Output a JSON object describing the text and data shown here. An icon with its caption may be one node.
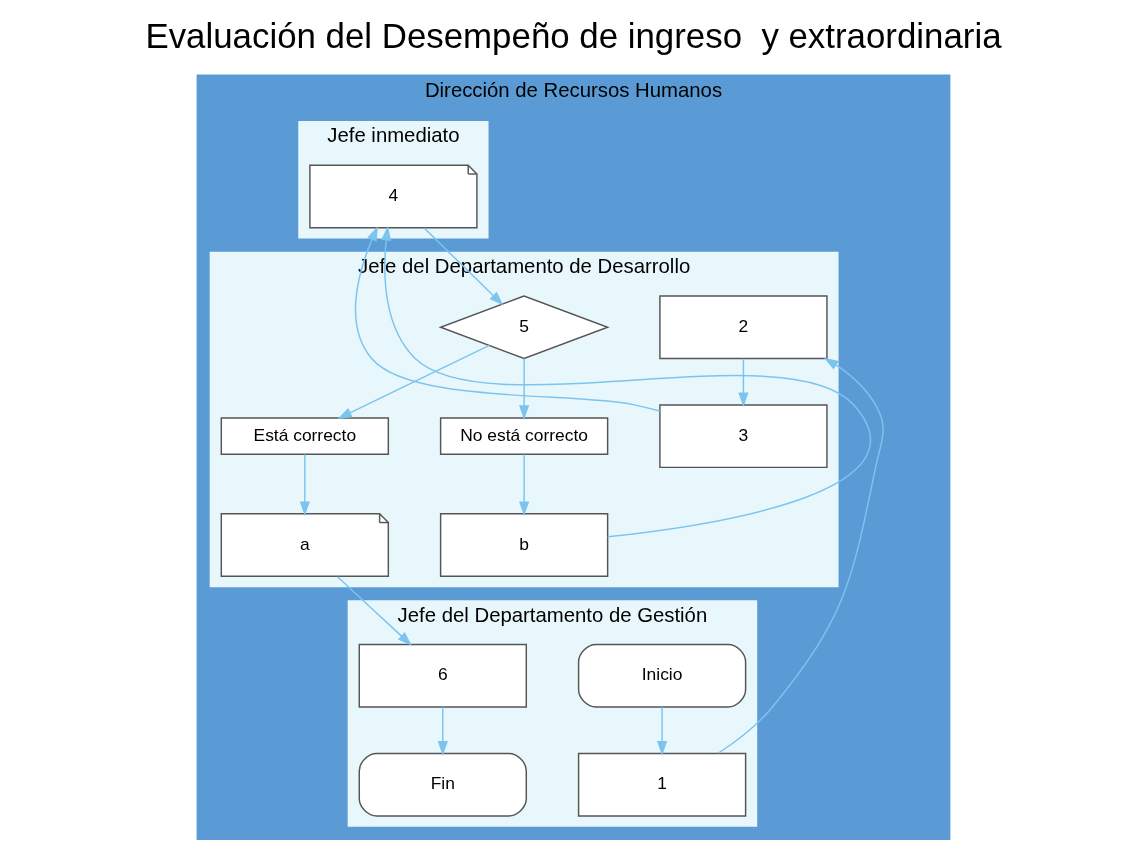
{
  "diagram": {
    "title": "Evaluación del Desempeño de ingreso  y extraordinaria",
    "nodes": [
      {
        "text": [
          "Dirección de Recursos Humanos"
        ]
      },
      {
        "text": [
          "Jefe del Departamento de Gestión"
        ],
        "in": 0
      },
      {
        "text": [
          "Jefe del Departamento de Desarrollo"
        ],
        "in": 0
      },
      {
        "text": [
          "Jefe inmediato"
        ],
        "in": 0
      },
      {
        "text": [
          "Inicio"
        ],
        "in": 1
      },
      {
        "text": [
          "1"
        ],
        "in": 1
      },
      {
        "text": [
          "2"
        ],
        "in": 2
      },
      {
        "text": [
          "3"
        ],
        "in": 2
      },
      {
        "text": [
          "4"
        ],
        "in": 3
      },
      {
        "text": [
          "5"
        ],
        "in": 2
      },
      {
        "text": [
          "Está correcto"
        ],
        "in": 2
      },
      {
        "text": [
          "No está correcto"
        ],
        "in": 2
      },
      {
        "text": [
          "a"
        ],
        "in": 2
      },
      {
        "text": [
          "b"
        ],
        "in": 2
      },
      {
        "text": [
          "6"
        ],
        "in": 1
      },
      {
        "text": [
          "Fin"
        ],
        "in": 1
      }
    ],
    "edges": [
      {
        "from": 4,
        "to": 5,
        "arrow": "to"
      },
      {
        "from": 5,
        "to": 6,
        "arrow": "to"
      },
      {
        "from": 6,
        "to": 7,
        "arrow": "to"
      },
      {
        "from": 7,
        "to": 8,
        "arrow": "to"
      },
      {
        "from": 8,
        "to": 9,
        "arrow": "to"
      },
      {
        "from": 9,
        "to": 10,
        "arrow": "to"
      },
      {
        "from": 9,
        "to": 11,
        "arrow": "to"
      },
      {
        "from": 10,
        "to": 12,
        "arrow": "to"
      },
      {
        "from": 11,
        "to": 13,
        "arrow": "to"
      },
      {
        "from": 12,
        "to": 14,
        "arrow": "to"
      },
      {
        "from": 13,
        "to": 8,
        "arrow": "to"
      },
      {
        "from": 14,
        "to": 15,
        "arrow": "to"
      }
    ]
  }
}
